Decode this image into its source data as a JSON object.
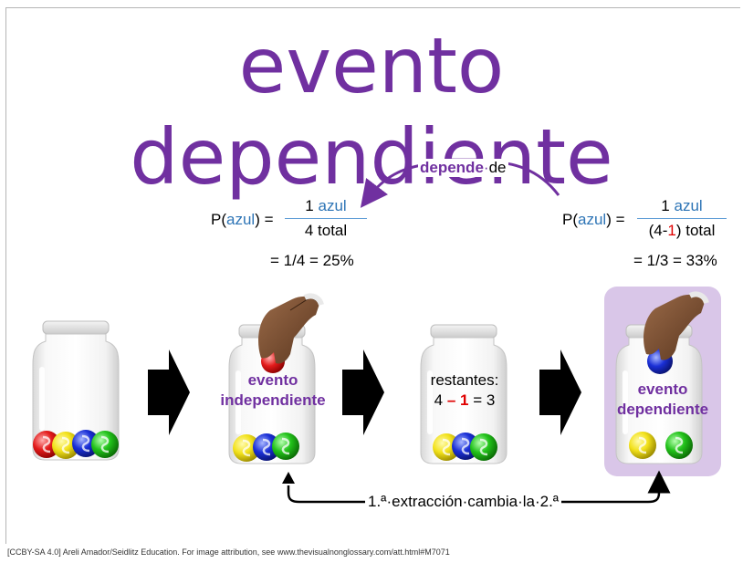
{
  "title": "evento dependiente",
  "arc_label": {
    "bold": "depende",
    "rest": "de"
  },
  "left_formula": {
    "prefix": "P(",
    "var": "azul",
    "suffix": ") =",
    "numerator_num": "1",
    "numerator_word": "azul",
    "denominator": "4 total",
    "result": "= 1/4 = 25%"
  },
  "right_formula": {
    "prefix": "P(",
    "var": "azul",
    "suffix": ") =",
    "numerator_num": "1",
    "numerator_word": "azul",
    "den_open": "(4-",
    "den_red": "1",
    "den_close": ") total",
    "result": "= 1/3 = 33%"
  },
  "jar2_label": {
    "line1": "evento",
    "line2": "independiente"
  },
  "jar3_label": {
    "line1": "restantes:",
    "line2_a": "4",
    "line2_b": "– 1",
    "line2_c": "= 3"
  },
  "jar4_label": {
    "line1": "evento",
    "line2": "dependiente"
  },
  "bottom_label": "1.ª·extracción·cambia·la·2.ª",
  "footer": "[CCBY-SA 4.0] Areli Amador/Seidlitz Education.  For image attribution, see www.thevisualnonglossary.com/att.html#M7071",
  "colors": {
    "purple": "#7030a0",
    "blue_text": "#2e75b6",
    "red": "#e00000",
    "highlight": "#d9c6e8"
  }
}
